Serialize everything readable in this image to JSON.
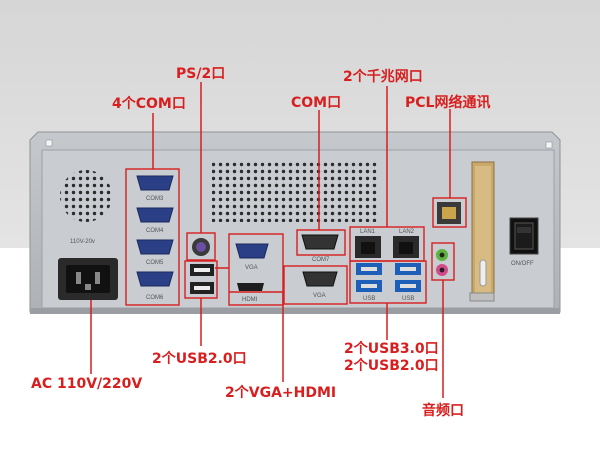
{
  "labels": {
    "ps2": "PS/2口",
    "com4": "4个COM口",
    "com1": "COM口",
    "lan2": "2个千兆网口",
    "pcl": "PCL网络通讯",
    "usb2_left": "2个USB2.0口",
    "ac": "AC 110V/220V",
    "vga_hdmi": "2个VGA+HDMI",
    "usb3": "2个USB3.0口",
    "usb2_right": "2个USB2.0口",
    "audio": "音频口"
  },
  "panel_text": {
    "voltage": "110V-20v",
    "com3": "COM3",
    "com4": "COM4",
    "com5": "COM5",
    "com6": "COM6",
    "vga_top": "VGA",
    "hdmi": "HDMI",
    "com7": "COM7",
    "vga_bottom": "VGA",
    "lan1": "LAN1",
    "lan2": "LAN2",
    "usb_left": "USB",
    "usb_right": "USB",
    "switch": "ON/OFF"
  },
  "colors": {
    "accent": "#d81e1e",
    "chassis": "#b9bcc0",
    "panel": "#d4d6d9",
    "background_band": "#d9d9d9"
  }
}
